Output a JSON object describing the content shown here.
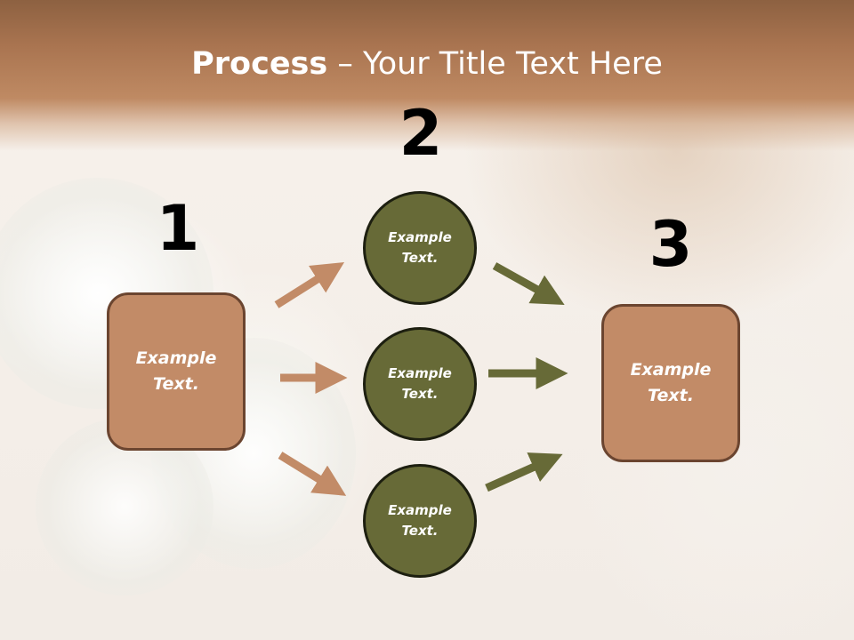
{
  "slide": {
    "title_bold": "Process",
    "title_rest": " – Your Title Text Here"
  },
  "steps": {
    "one": {
      "number": "1",
      "text": "Example\nText."
    },
    "two": {
      "number": "2"
    },
    "three": {
      "number": "3",
      "text": "Example\nText."
    }
  },
  "circles": [
    {
      "text": "Example\nText."
    },
    {
      "text": "Example\nText."
    },
    {
      "text": "Example\nText."
    }
  ],
  "colors": {
    "header": "#a97450",
    "box_fill": "#c28b67",
    "circle_fill": "#676a37",
    "arrow_left": "#c28b67",
    "arrow_right": "#676a37"
  }
}
